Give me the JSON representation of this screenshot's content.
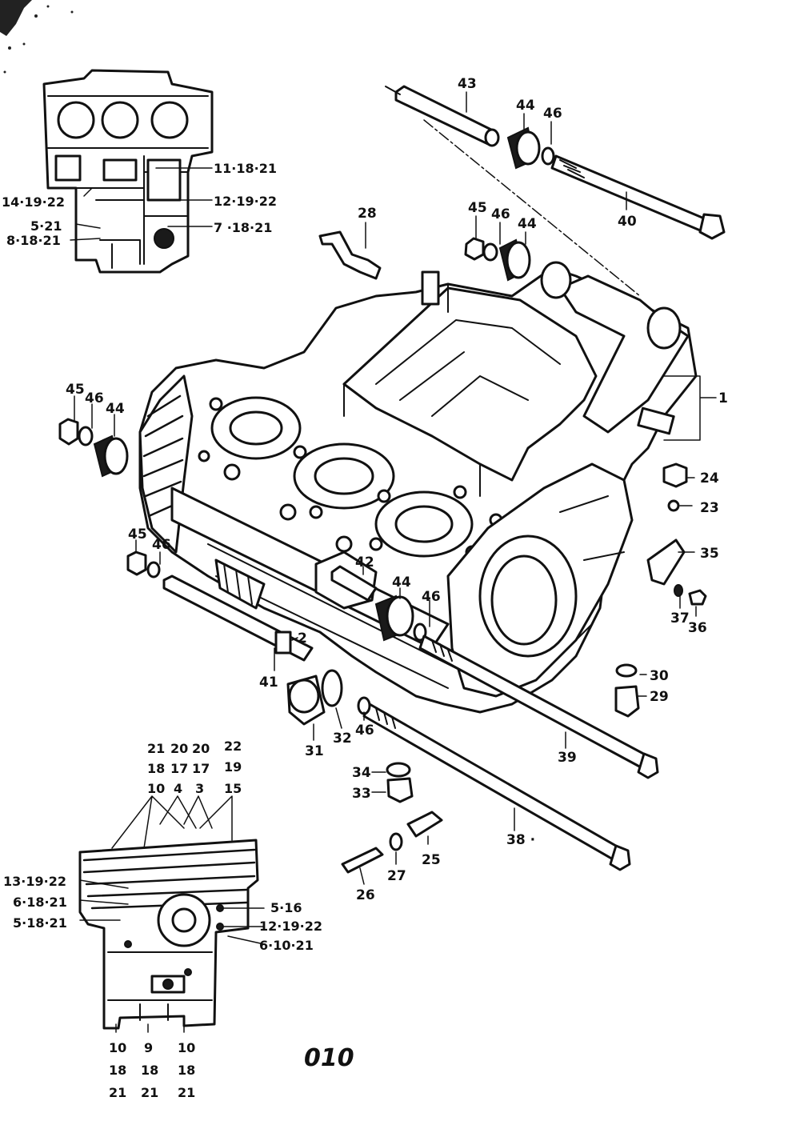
{
  "page_number": "010",
  "callouts": {
    "p43": "43",
    "p44a": "44",
    "p46a": "46",
    "p40": "40",
    "p28": "28",
    "p45a": "45",
    "p46b": "46",
    "p44b": "44",
    "p1": "1",
    "p45b": "45",
    "p46c": "46",
    "p44c": "44",
    "p24": "24",
    "p23": "23",
    "p35": "35",
    "p37": "37",
    "p36": "36",
    "p45c": "45",
    "p46d": "46",
    "p42": "42",
    "p44d": "44",
    "p46e": "46",
    "p2": "2",
    "p41": "41",
    "p31": "31",
    "p32": "32",
    "p46f": "46",
    "p30": "30",
    "p29": "29",
    "p39": "39",
    "p34": "34",
    "p33": "33",
    "p38": "38 ·",
    "p25": "25",
    "p27": "27",
    "p26": "26"
  },
  "top_inset_labels": {
    "l1": "11·18·21",
    "l2": "14·19·22",
    "l3": "12·19·22",
    "l4": "5·21",
    "l5": "7 ·18·21",
    "l6": "8·18·21"
  },
  "bottom_inset": {
    "col1": [
      "21",
      "18",
      "10"
    ],
    "col2": [
      "20",
      "17",
      "4"
    ],
    "col3": [
      "20",
      "17",
      "3"
    ],
    "col4": [
      "22",
      "19",
      "15"
    ],
    "left_labels": [
      "13·19·22",
      "6·18·21",
      "5·18·21"
    ],
    "right_labels": [
      "5·16",
      "12·19·22",
      "6·10·21"
    ],
    "bottom_col1": [
      "10",
      "18",
      "21"
    ],
    "bottom_col2": [
      "9",
      "18",
      "21"
    ],
    "bottom_col3": [
      "10",
      "18",
      "21"
    ]
  }
}
